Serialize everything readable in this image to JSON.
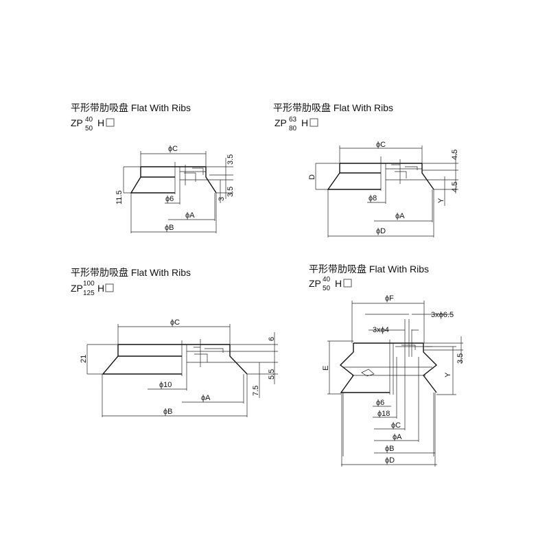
{
  "drawings": [
    {
      "title": "平形带肋吸盘 Flat With Ribs",
      "model_prefix": "ZP",
      "model_sup": "40",
      "model_sub": "50",
      "model_suffix": "H",
      "dims": {
        "c": "ϕC",
        "hole": "ϕ6",
        "a": "ϕA",
        "b": "ϕB",
        "height": "11.5",
        "top": "3.5",
        "mid": "3.5",
        "step": "3"
      }
    },
    {
      "title": "平形带肋吸盘 Flat With Ribs",
      "model_prefix": "ZP",
      "model_sup": "63",
      "model_sub": "80",
      "model_suffix": "H",
      "dims": {
        "c": "ϕC",
        "hole": "ϕ8",
        "a": "ϕA",
        "d": "ϕD",
        "height": "D",
        "top": "4.5",
        "mid": "4.5",
        "y": "Y"
      }
    },
    {
      "title": "平形带肋吸盘 Flat With Ribs",
      "model_prefix": "ZP",
      "model_sup": "100",
      "model_sub": "125",
      "model_suffix": "H",
      "dims": {
        "c": "ϕC",
        "hole": "ϕ10",
        "a": "ϕA",
        "b": "ϕB",
        "height": "21",
        "top": "6",
        "mid": "5.5",
        "step": "7.5"
      }
    },
    {
      "title": "平形带肋吸盘 Flat With Ribs",
      "model_prefix": "ZP",
      "model_sup": "40",
      "model_sub": "50",
      "model_suffix": "H",
      "dims": {
        "f": "ϕF",
        "holes_outer": "3xϕ6.5",
        "holes_inner": "3xϕ4",
        "height": "E",
        "y": "Y",
        "top": "3.5",
        "d6": "ϕ6",
        "d18": "ϕ18",
        "c": "ϕC",
        "a": "ϕA",
        "b": "ϕB",
        "d": "ϕD"
      }
    }
  ]
}
